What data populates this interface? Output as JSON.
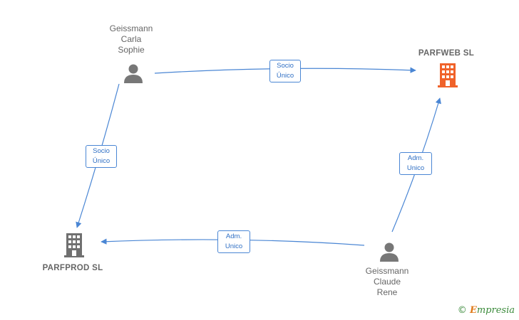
{
  "nodes": {
    "person_carla": {
      "label": "Geissmann\nCarla\nSophie",
      "icon": "person-icon"
    },
    "person_claude": {
      "label": "Geissmann\nClaude\nRene",
      "icon": "person-icon"
    },
    "company_parfweb": {
      "label": "PARFWEB  SL",
      "icon": "building-icon",
      "color": "#f0622a"
    },
    "company_parfprod": {
      "label": "PARFPROD  SL",
      "icon": "building-icon",
      "color": "#707070"
    }
  },
  "edges": {
    "carla_to_parfweb": {
      "label": "Socio\nÚnico"
    },
    "carla_to_parfprod": {
      "label": "Socio\nÚnico"
    },
    "claude_to_parfweb": {
      "label": "Adm.\nUnico"
    },
    "claude_to_parfprod": {
      "label": "Adm.\nUnico"
    }
  },
  "colors": {
    "edge": "#4a86d4",
    "person": "#777777"
  },
  "brand": {
    "copyright": "©",
    "initial": "E",
    "rest": "mpresia"
  }
}
